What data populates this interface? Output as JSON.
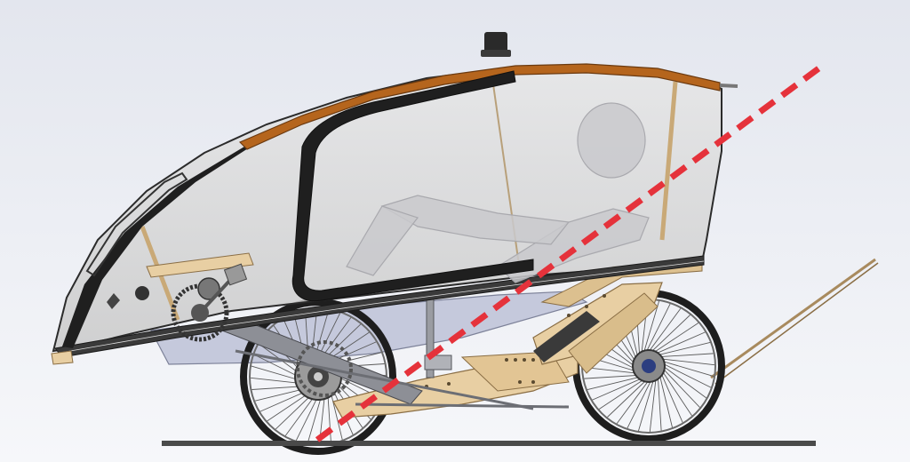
{
  "scene": {
    "colors": {
      "bg_top": "#e3e6ee",
      "bg_bottom": "#f6f7fa",
      "shell_fill": "#d6d6d6",
      "shell_edge": "#2b2b2b",
      "window_frame": "#222222",
      "roof_wood": "#b5651d",
      "wood": "#e8cfa3",
      "wood_dark": "#c9a977",
      "metal": "#8d8f96",
      "tire": "#1e1e1e",
      "spoke": "#5a5a5a",
      "rider": "#c9c9cc",
      "ground": "#4a4a4a",
      "reference_line": "#e5323b"
    },
    "parts": [
      "camera-mount",
      "body-shell",
      "wooden-roof-strip",
      "side-window",
      "windshield",
      "rider-silhouette",
      "pedal-crank",
      "chassis-frame",
      "front-wheel",
      "rear-wheel",
      "tow-bar",
      "ground-line",
      "reference-line"
    ]
  }
}
